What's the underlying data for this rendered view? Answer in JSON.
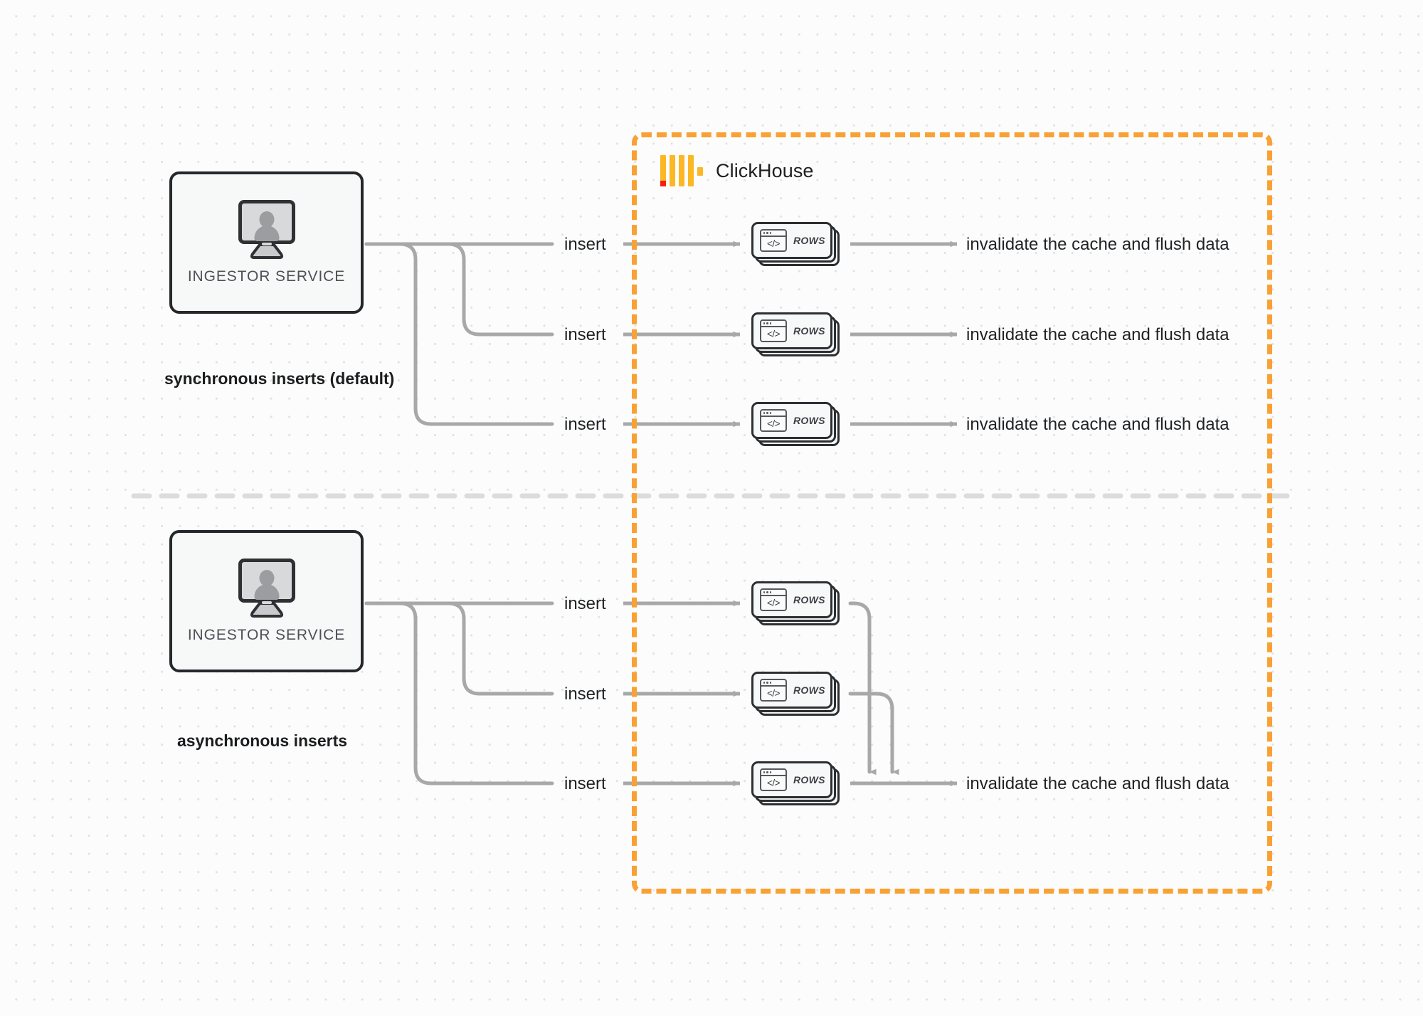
{
  "diagram": {
    "title": "ClickHouse synchronous vs asynchronous inserts",
    "type": "flow-diagram",
    "colors": {
      "accent_orange": "#f9a134",
      "logo_orange": "#fbb724",
      "logo_red": "#f51e14",
      "connector_gray": "#a8a8a8",
      "node_border": "#2c2f32",
      "background": "#fcfcfc",
      "grid_dot": "#e3e1e1",
      "divider_gray": "#dcdcdc"
    }
  },
  "container": {
    "name": "ClickHouse",
    "logo": "clickhouse-logo"
  },
  "sections": [
    {
      "id": "synchronous",
      "label": "synchronous inserts (default)",
      "source": {
        "label": "INGESTOR SERVICE",
        "icon": "monitor-user-icon"
      },
      "edges": [
        {
          "label": "insert"
        },
        {
          "label": "insert"
        },
        {
          "label": "insert"
        }
      ],
      "nodes": [
        {
          "label": "ROWS",
          "icon": "code-window-icon"
        },
        {
          "label": "ROWS",
          "icon": "code-window-icon"
        },
        {
          "label": "ROWS",
          "icon": "code-window-icon"
        }
      ],
      "outcomes": [
        "invalidate the cache and flush data",
        "invalidate the cache and flush data",
        "invalidate the cache and flush data"
      ]
    },
    {
      "id": "asynchronous",
      "label": "asynchronous inserts",
      "source": {
        "label": "INGESTOR SERVICE",
        "icon": "monitor-user-icon"
      },
      "edges": [
        {
          "label": "insert"
        },
        {
          "label": "insert"
        },
        {
          "label": "insert"
        }
      ],
      "nodes": [
        {
          "label": "ROWS",
          "icon": "code-window-icon"
        },
        {
          "label": "ROWS",
          "icon": "code-window-icon"
        },
        {
          "label": "ROWS",
          "icon": "code-window-icon"
        }
      ],
      "outcomes": [
        "invalidate the cache and flush data"
      ]
    }
  ]
}
